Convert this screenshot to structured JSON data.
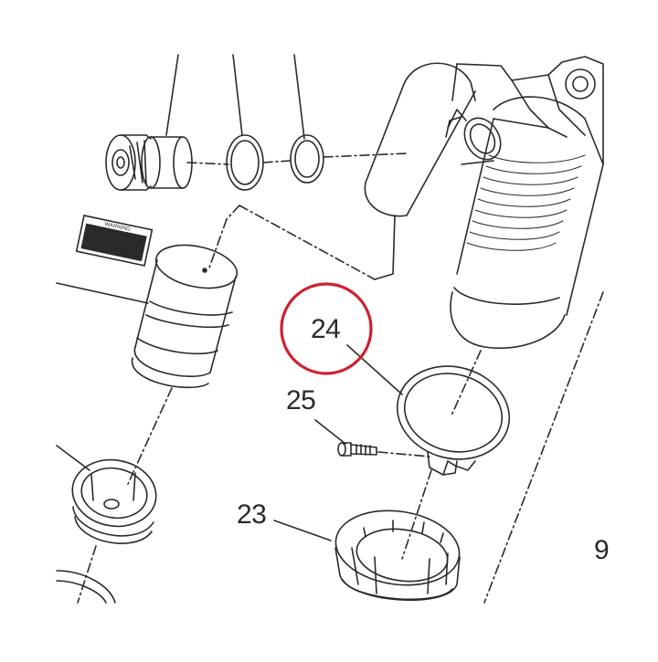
{
  "diagram": {
    "labels": {
      "part_24": "24",
      "part_25": "25",
      "part_23": "23",
      "edge_fragment": "9"
    },
    "warning_label_lines": [
      "WARNING",
      "",
      "",
      "",
      ""
    ],
    "highlight_color": "#d0202e",
    "line_color": "#2a2a2a",
    "highlighted_part": "24"
  }
}
